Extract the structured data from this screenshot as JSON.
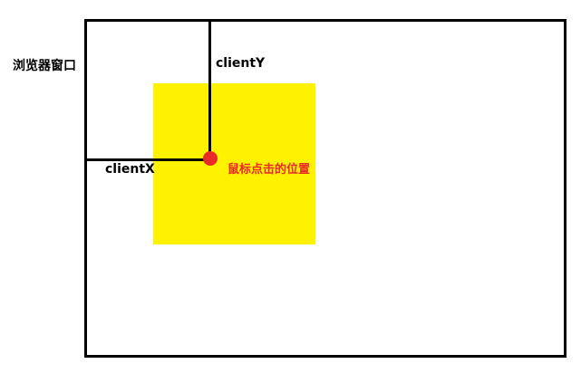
{
  "window_label": "浏览器窗口",
  "client_y_label": "clientY",
  "client_x_label": "clientX",
  "click_label": "鼠标点击的位置",
  "colors": {
    "frame": "#000000",
    "element_fill": "#fff200",
    "click_dot": "#e82a2a",
    "click_label": "#e82a2a"
  }
}
